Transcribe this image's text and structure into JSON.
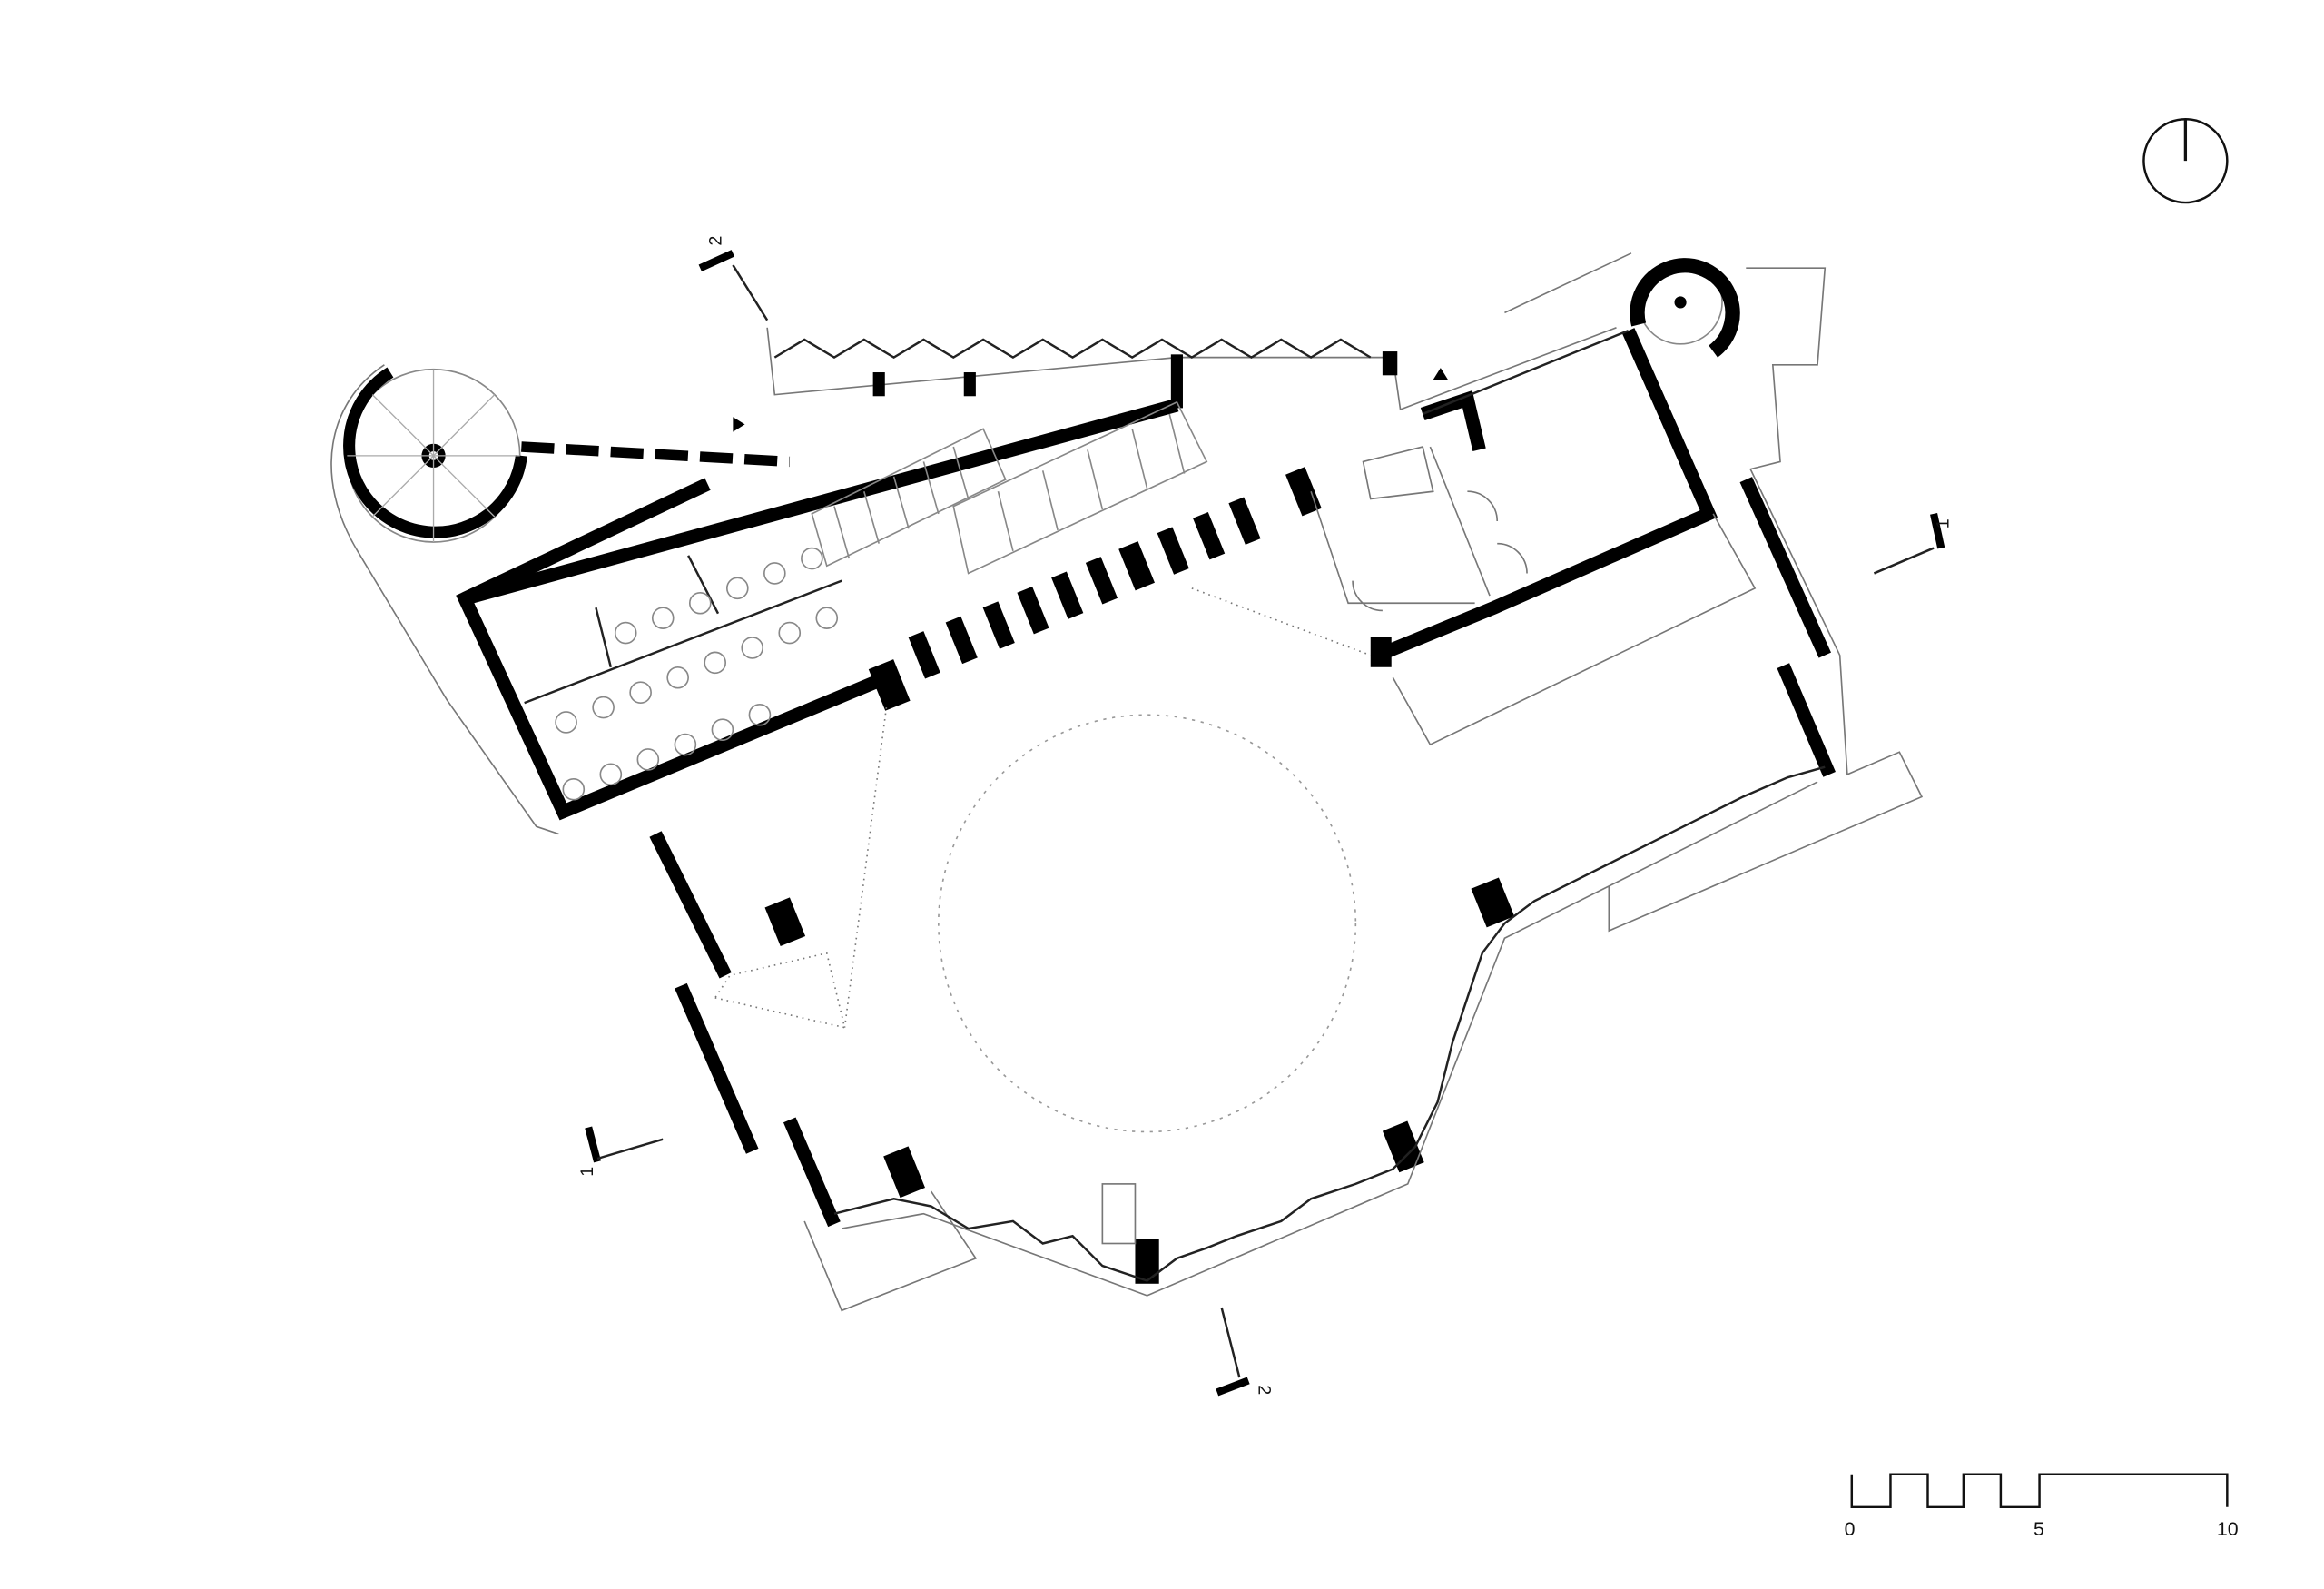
{
  "drawing": {
    "type": "floor plan",
    "section_marks": [
      {
        "id": "section-2-top",
        "label": "2"
      },
      {
        "id": "section-2-bottom",
        "label": "2"
      },
      {
        "id": "section-1-right",
        "label": "1"
      },
      {
        "id": "section-1-left",
        "label": "1"
      }
    ],
    "scale_bar": {
      "labels": [
        "0",
        "5",
        "10"
      ]
    },
    "north_arrow": "north-arrow-icon"
  }
}
